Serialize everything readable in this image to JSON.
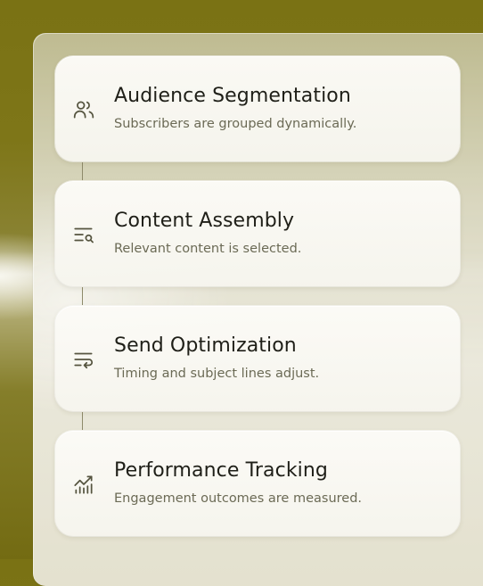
{
  "steps": [
    {
      "title": "Audience Segmentation",
      "subtitle": "Subscribers are grouped dynamically.",
      "icon": "users-icon"
    },
    {
      "title": "Content Assembly",
      "subtitle": "Relevant content is selected.",
      "icon": "list-search-icon"
    },
    {
      "title": "Send Optimization",
      "subtitle": "Timing and subject lines adjust.",
      "icon": "list-wrap-icon"
    },
    {
      "title": "Performance Tracking",
      "subtitle": "Engagement outcomes are measured.",
      "icon": "chart-trend-icon"
    }
  ],
  "colors": {
    "background": "#7a7214",
    "card": "#f8f7f1",
    "title": "#1f1f18",
    "subtitle": "#6b6a55",
    "icon": "#55543f"
  }
}
